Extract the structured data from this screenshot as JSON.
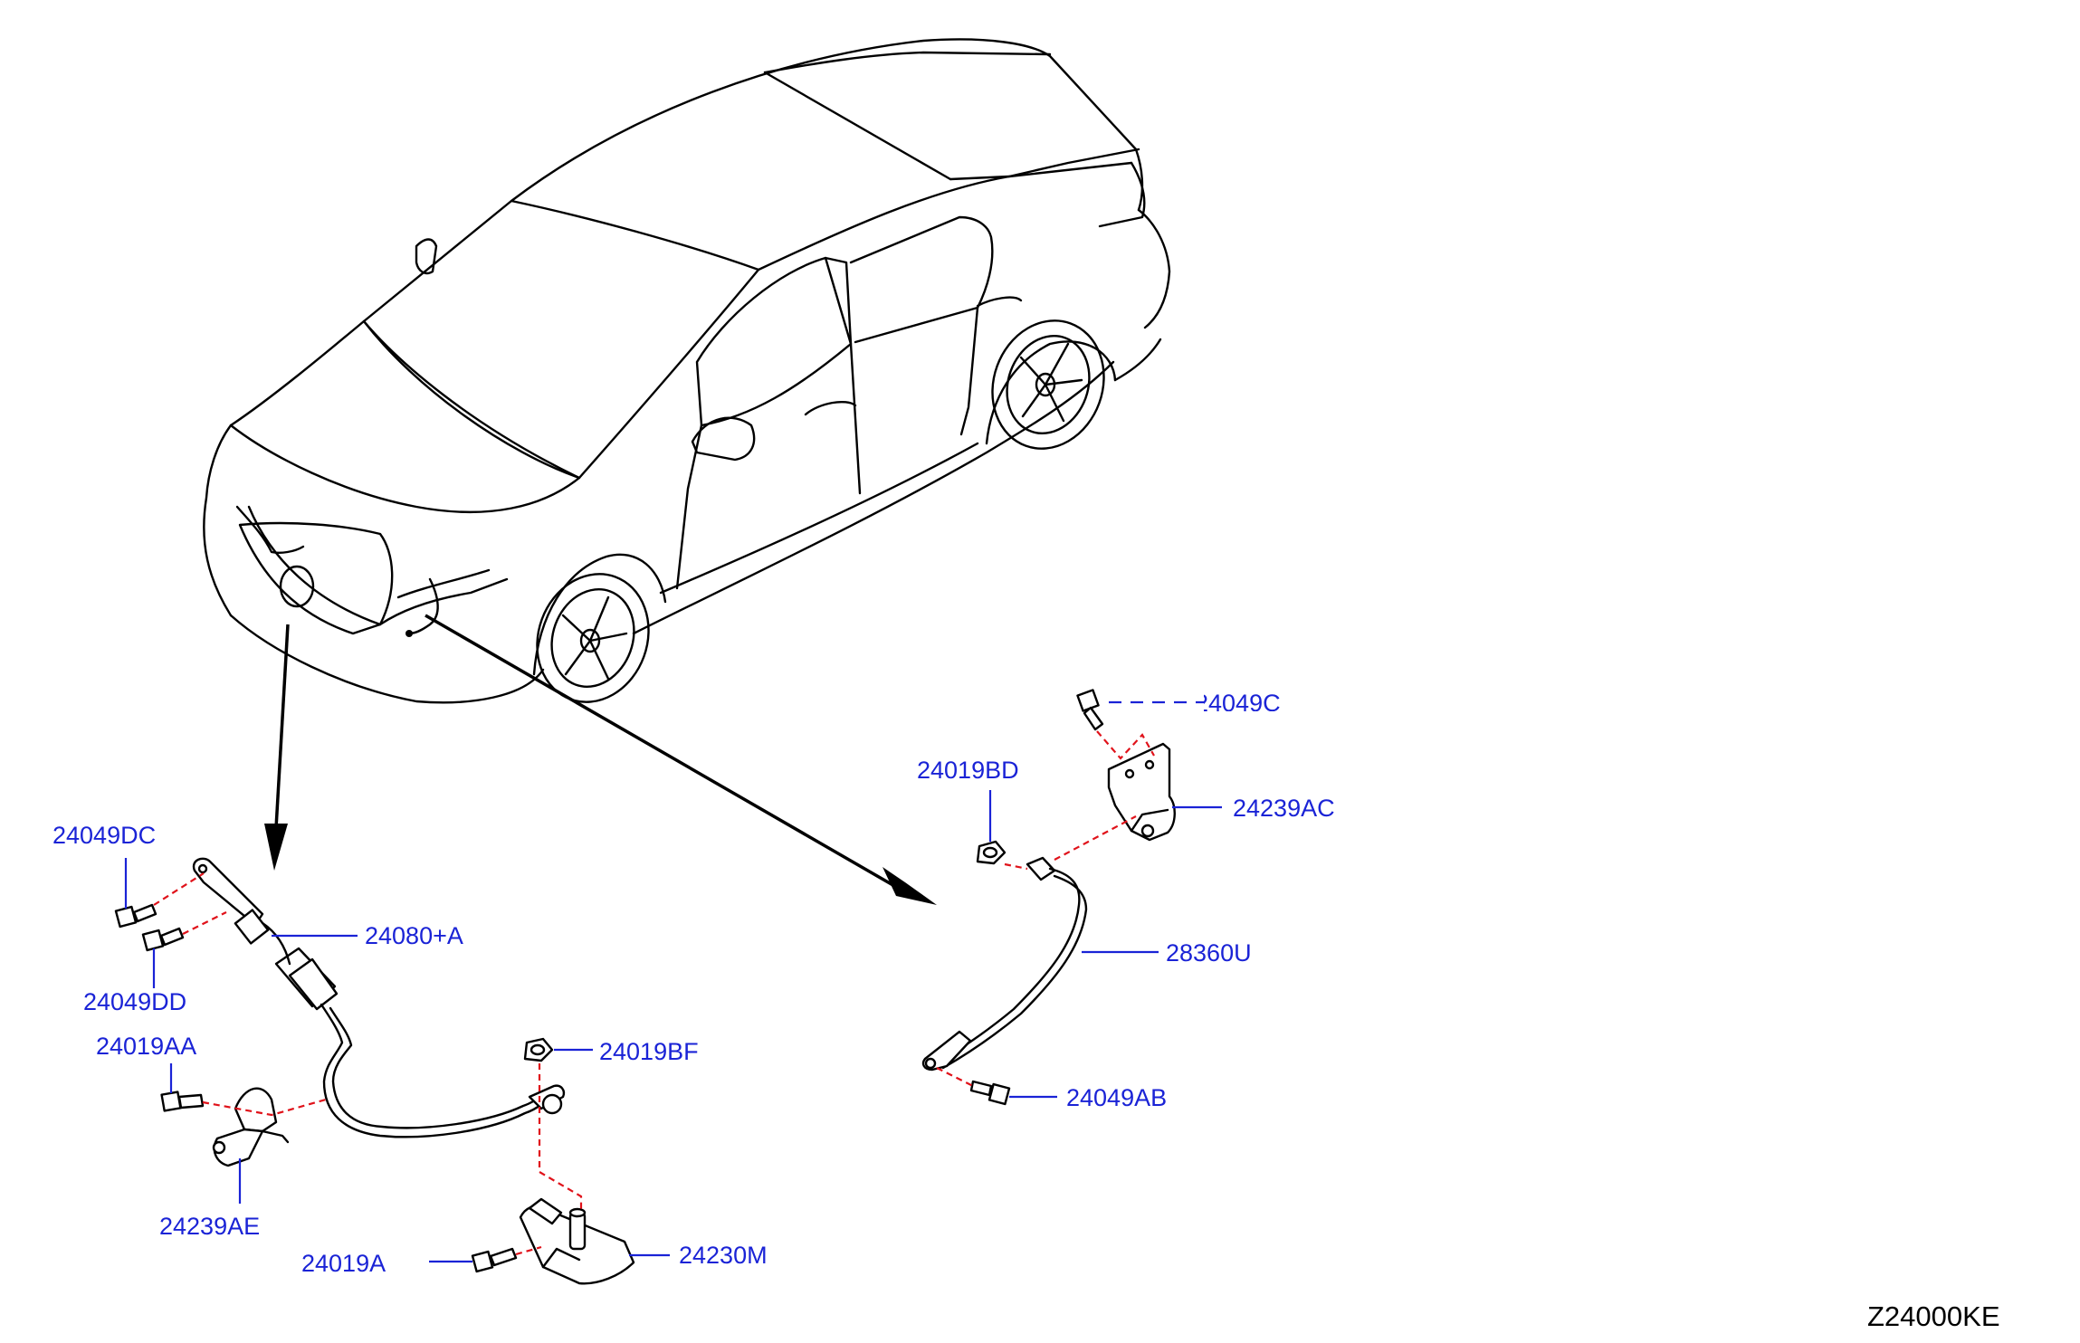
{
  "labels": {
    "p24049DC": "24049DC",
    "p24080A": "24080+A",
    "p24049DD": "24049DD",
    "p24019AA": "24019AA",
    "p24019BF": "24019BF",
    "p24239AE": "24239AE",
    "p24019A": "24019A",
    "p24230M": "24230M",
    "p24019BD": "24019BD",
    "p24239AC": "24239AC",
    "p28360U": "28360U",
    "p24049AB": "24049AB",
    "p24049Cpartial": "24049C"
  },
  "diagram_code": "Z24000KE",
  "colors": {
    "label": "#1a23d6",
    "dashed_line": "#e0121a",
    "drawing": "#000000"
  }
}
